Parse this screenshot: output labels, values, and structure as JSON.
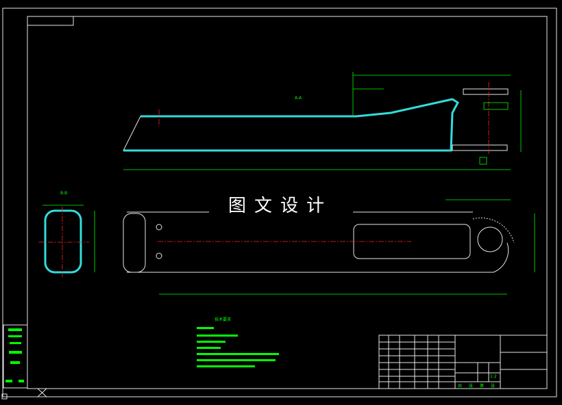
{
  "drawing": {
    "watermark": "图文设计",
    "section_a_label": "A-A",
    "section_b_label": "B-B",
    "notes_title": "技术要求",
    "title_block": {
      "scale": "1:2",
      "sheet_row": [
        "共",
        "张",
        "第",
        "张"
      ]
    },
    "colors": {
      "background": "#000000",
      "geometry": "#e8e8e8",
      "dimensions": "#00ff00",
      "hatch": "#33dddd",
      "centerline": "#ff2020"
    }
  }
}
